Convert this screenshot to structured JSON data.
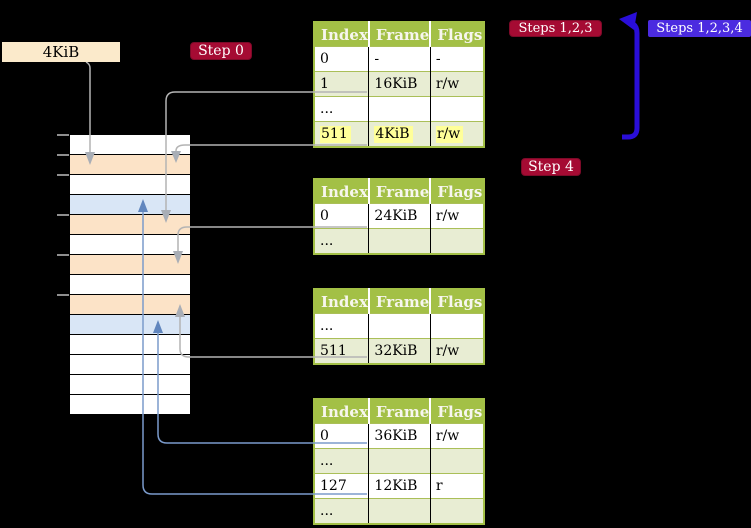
{
  "colors": {
    "crimson": "#a50b33",
    "violet": "#4b2be0",
    "arrow-blue": "#2a0ed8",
    "header-green": "#a3c046",
    "table-border": "#a3c046",
    "shade-green": "#e8edd3",
    "highlight-yellow": "#ffff99",
    "cream": "#fbeacb",
    "peach": "#fce3c7",
    "light-blue": "#d9e6f6",
    "gray-line": "#b4b4b4",
    "gray-head": "#a9aeb6",
    "blue-line": "#7b9bcc",
    "blue-head": "#6186be"
  },
  "labels": {
    "size_label": "4KiB",
    "step0": "Step 0",
    "steps123": "Steps 1,2,3",
    "steps1234": "Steps 1,2,3,4",
    "step4": "Step 4"
  },
  "tables": [
    {
      "name": "page-table-level-1",
      "headers": [
        "Index",
        "Frame",
        "Flags"
      ],
      "rows": [
        {
          "cells": [
            "0",
            "-",
            "-"
          ],
          "shaded": false,
          "highlighted": false
        },
        {
          "cells": [
            "1",
            "16KiB",
            "r/w"
          ],
          "shaded": true,
          "highlighted": false
        },
        {
          "cells": [
            "...",
            "",
            ""
          ],
          "shaded": false,
          "highlighted": false
        },
        {
          "cells": [
            "511",
            "4KiB",
            "r/w"
          ],
          "shaded": true,
          "highlighted": true
        }
      ]
    },
    {
      "name": "page-table-level-2",
      "headers": [
        "Index",
        "Frame",
        "Flags"
      ],
      "rows": [
        {
          "cells": [
            "0",
            "24KiB",
            "r/w"
          ],
          "shaded": false,
          "highlighted": false
        },
        {
          "cells": [
            "...",
            "",
            ""
          ],
          "shaded": true,
          "highlighted": false
        }
      ]
    },
    {
      "name": "page-table-level-3",
      "headers": [
        "Index",
        "Frame",
        "Flags"
      ],
      "rows": [
        {
          "cells": [
            "...",
            "",
            ""
          ],
          "shaded": false,
          "highlighted": false
        },
        {
          "cells": [
            "511",
            "32KiB",
            "r/w"
          ],
          "shaded": true,
          "highlighted": false
        }
      ]
    },
    {
      "name": "page-table-level-4",
      "headers": [
        "Index",
        "Frame",
        "Flags"
      ],
      "rows": [
        {
          "cells": [
            "0",
            "36KiB",
            "r/w"
          ],
          "shaded": false,
          "highlighted": false
        },
        {
          "cells": [
            "...",
            "",
            ""
          ],
          "shaded": true,
          "highlighted": false
        },
        {
          "cells": [
            "127",
            "12KiB",
            "r"
          ],
          "shaded": false,
          "highlighted": false
        },
        {
          "cells": [
            "...",
            "",
            ""
          ],
          "shaded": true,
          "highlighted": false
        }
      ]
    }
  ],
  "memory_column": {
    "rows": [
      "white",
      "peach",
      "white",
      "blue",
      "peach",
      "white",
      "peach",
      "white",
      "peach",
      "blue",
      "white",
      "white",
      "white",
      "white"
    ],
    "tick_boundaries": [
      0,
      1,
      2,
      4,
      6,
      8
    ]
  }
}
